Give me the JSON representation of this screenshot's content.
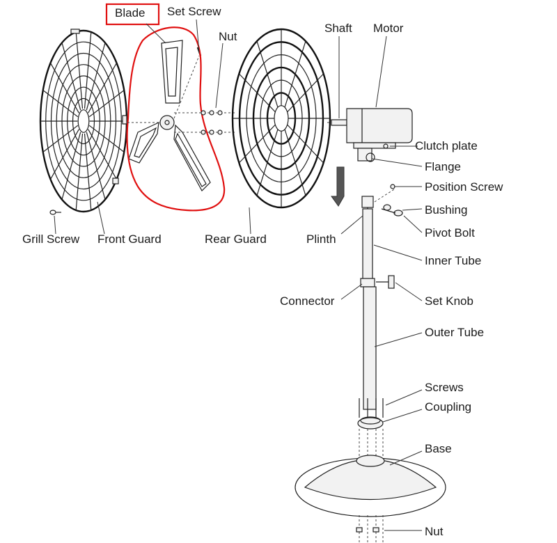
{
  "labels": {
    "blade": "Blade",
    "set_screw": "Set Screw",
    "nut_top": "Nut",
    "shaft": "Shaft",
    "motor": "Motor",
    "clutch_plate": "Clutch plate",
    "flange": "Flange",
    "position_screw": "Position Screw",
    "bushing": "Bushing",
    "pivot_bolt": "Pivot Bolt",
    "grill_screw": "Grill Screw",
    "front_guard": "Front Guard",
    "rear_guard": "Rear Guard",
    "plinth": "Plinth",
    "inner_tube": "Inner Tube",
    "connector": "Connector",
    "set_knob": "Set Knob",
    "outer_tube": "Outer Tube",
    "screws": "Screws",
    "coupling": "Coupling",
    "base": "Base",
    "nut_bottom": "Nut"
  },
  "highlight": {
    "color": "#e01010",
    "highlighted_part": "Blade"
  }
}
